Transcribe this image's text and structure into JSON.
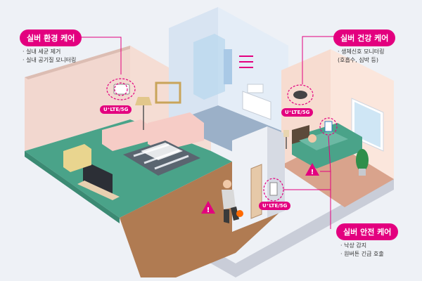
{
  "features": {
    "environment": {
      "title": "실버 환경 케어",
      "bullets": [
        "· 실내 세균 제거",
        "· 실내 공기질 모니터링"
      ]
    },
    "health": {
      "title": "실버 건강 케어",
      "bullets": [
        "· 생체신호 모니터링",
        "(호흡수, 심박 등)"
      ]
    },
    "safety": {
      "title": "실버 안전 케어",
      "bullets": [
        "· 낙상 감지",
        "· 원버튼 긴급 호출"
      ]
    }
  },
  "network_tag": "U⁺LTE/5G",
  "colors": {
    "accent": "#e3007f",
    "background": "#eef1f6"
  }
}
